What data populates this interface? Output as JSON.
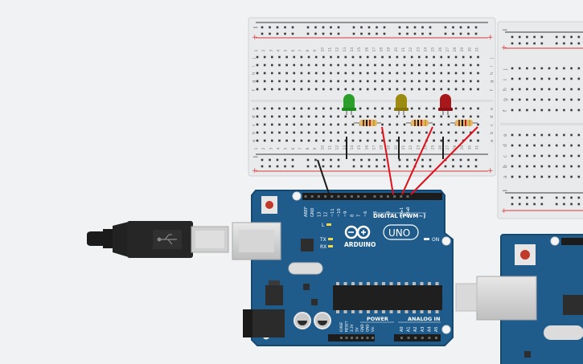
{
  "workspace": {
    "background": "#f1f2f3",
    "components": [
      "breadboard",
      "breadboard",
      "arduino-uno",
      "arduino-uno",
      "led-green",
      "led-yellow",
      "led-red",
      "resistor",
      "resistor",
      "resistor",
      "usb-cable"
    ]
  },
  "breadboard": {
    "plus_label": "+",
    "minus_label": "−",
    "rows_top": [
      "j",
      "i",
      "h",
      "g",
      "f"
    ],
    "rows_bottom": [
      "e",
      "d",
      "c",
      "b",
      "a"
    ],
    "colors": {
      "body": "#e9eaeb",
      "plus_rail": "#d73b3b",
      "minus_rail": "#3c3c3c"
    }
  },
  "leds": [
    {
      "name": "green",
      "color": "#2aa02a"
    },
    {
      "name": "yellow",
      "color": "#9c8a12"
    },
    {
      "name": "red",
      "color": "#a8181a"
    }
  ],
  "wires": {
    "red_color": "#e0101a",
    "black_color": "#1d1d1d"
  },
  "arduino": {
    "brand": "ARDUINO",
    "model": "UNO",
    "digital_label": "DIGITAL (PWM~)",
    "power_label": "POWER",
    "analog_label": "ANALOG IN",
    "on_label": "ON",
    "l_label": "L",
    "tx_label": "TX",
    "rx_label": "RX",
    "digital_pins": [
      "AREF",
      "GND",
      "13",
      "12",
      "~11",
      "~10",
      "~9",
      "8",
      "7",
      "~6",
      "~5",
      "4",
      "~3",
      "2",
      "TX▸1",
      "RX◂0"
    ],
    "power_pins": [
      "IOREF",
      "RESET",
      "3.3V",
      "5V",
      "GND",
      "GND",
      "Vin"
    ],
    "analog_pins": [
      "A0",
      "A1",
      "A2",
      "A3",
      "A4",
      "A5"
    ],
    "colors": {
      "board": "#1f5c8c",
      "board_dark": "#17496f"
    }
  }
}
